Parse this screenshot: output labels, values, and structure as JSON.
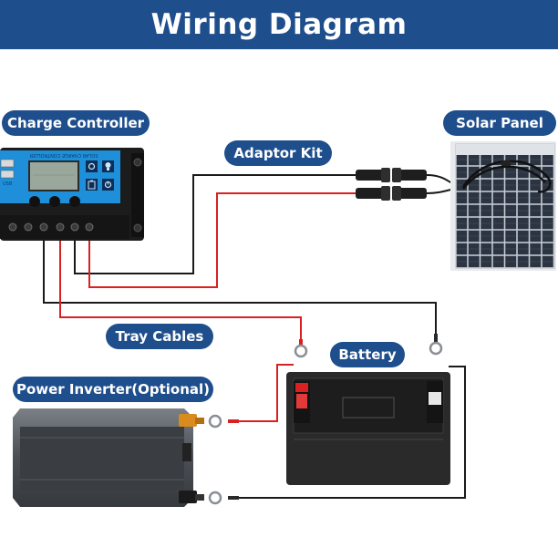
{
  "title": "Wiring Diagram",
  "labels": {
    "charge_controller": "Charge Controller",
    "solar_panel": "Solar Panel",
    "adaptor_kit": "Adaptor Kit",
    "tray_cables": "Tray Cables",
    "battery": "Battery",
    "power_inverter": "Power Inverter(Optional)"
  },
  "controller_text": {
    "brand_strip": "SOLAR CHARGE CONTROLLER",
    "usb_label": "USB"
  },
  "colors": {
    "header": "#1f4e8c",
    "label_bg": "#1f4e8c",
    "positive_wire": "#d92121",
    "negative_wire": "#1a1a1a",
    "controller_face": "#1e8fd8"
  },
  "icons": [
    "battery-icon",
    "lightbulb-icon",
    "settings-icon",
    "solar-icon"
  ]
}
